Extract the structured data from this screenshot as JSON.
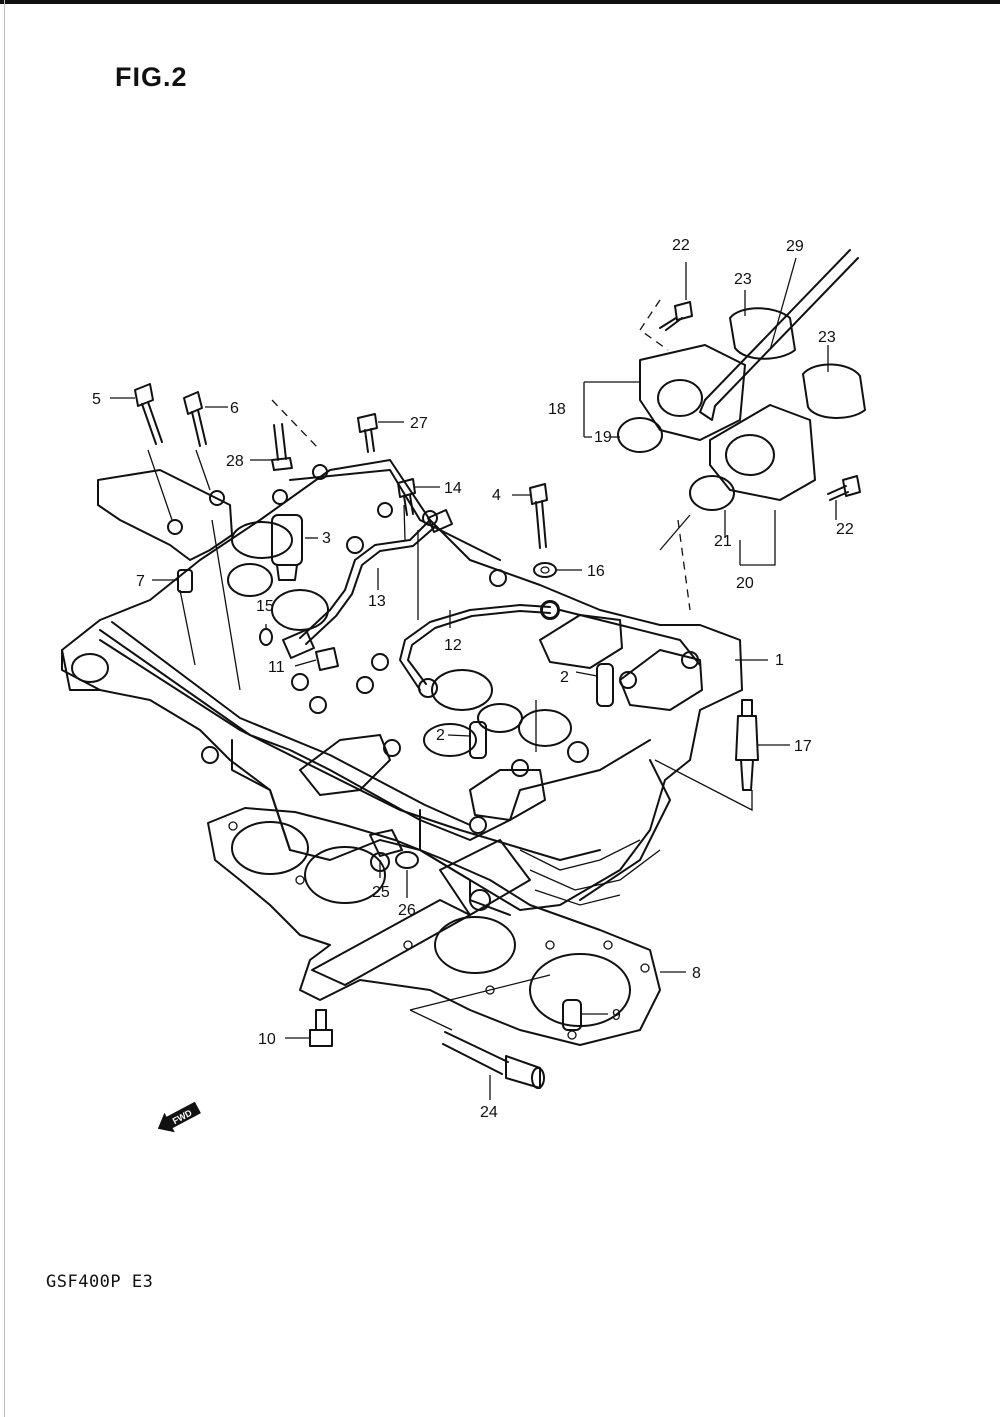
{
  "figure": {
    "title": "FIG.2"
  },
  "footer": {
    "model": "GSF400P E3"
  },
  "fwd_marker": {
    "label": "FWD"
  },
  "callouts": [
    {
      "part": "1",
      "name": "cylinder-head"
    },
    {
      "part": "2",
      "name": "valve-guide-lower"
    },
    {
      "part": "2",
      "name": "valve-guide-upper"
    },
    {
      "part": "3",
      "name": "oil-plug"
    },
    {
      "part": "4",
      "name": "bolt-4"
    },
    {
      "part": "5",
      "name": "bolt-5"
    },
    {
      "part": "6",
      "name": "bolt-6"
    },
    {
      "part": "7",
      "name": "dowel-pin-7"
    },
    {
      "part": "8",
      "name": "head-gasket"
    },
    {
      "part": "9",
      "name": "dowel-pin-9"
    },
    {
      "part": "10",
      "name": "bolt-10"
    },
    {
      "part": "11",
      "name": "union-bolt"
    },
    {
      "part": "12",
      "name": "oil-pipe-12"
    },
    {
      "part": "13",
      "name": "oil-pipe-13"
    },
    {
      "part": "14",
      "name": "screw-14"
    },
    {
      "part": "15",
      "name": "o-ring-15"
    },
    {
      "part": "16",
      "name": "washer-16"
    },
    {
      "part": "17",
      "name": "spark-plug"
    },
    {
      "part": "18",
      "name": "intake-pipe-assembly"
    },
    {
      "part": "19",
      "name": "o-ring-19"
    },
    {
      "part": "20",
      "name": "intake-pipe-assembly-2"
    },
    {
      "part": "21",
      "name": "o-ring-21"
    },
    {
      "part": "22",
      "name": "screw-22-top"
    },
    {
      "part": "22",
      "name": "screw-22-bottom"
    },
    {
      "part": "23",
      "name": "clamp-23-left"
    },
    {
      "part": "23",
      "name": "clamp-23-right"
    },
    {
      "part": "24",
      "name": "bolt-24"
    },
    {
      "part": "25",
      "name": "nut-25"
    },
    {
      "part": "26",
      "name": "washer-26"
    },
    {
      "part": "27",
      "name": "screw-27"
    },
    {
      "part": "28",
      "name": "stud-28"
    },
    {
      "part": "29",
      "name": "hose-29"
    }
  ]
}
